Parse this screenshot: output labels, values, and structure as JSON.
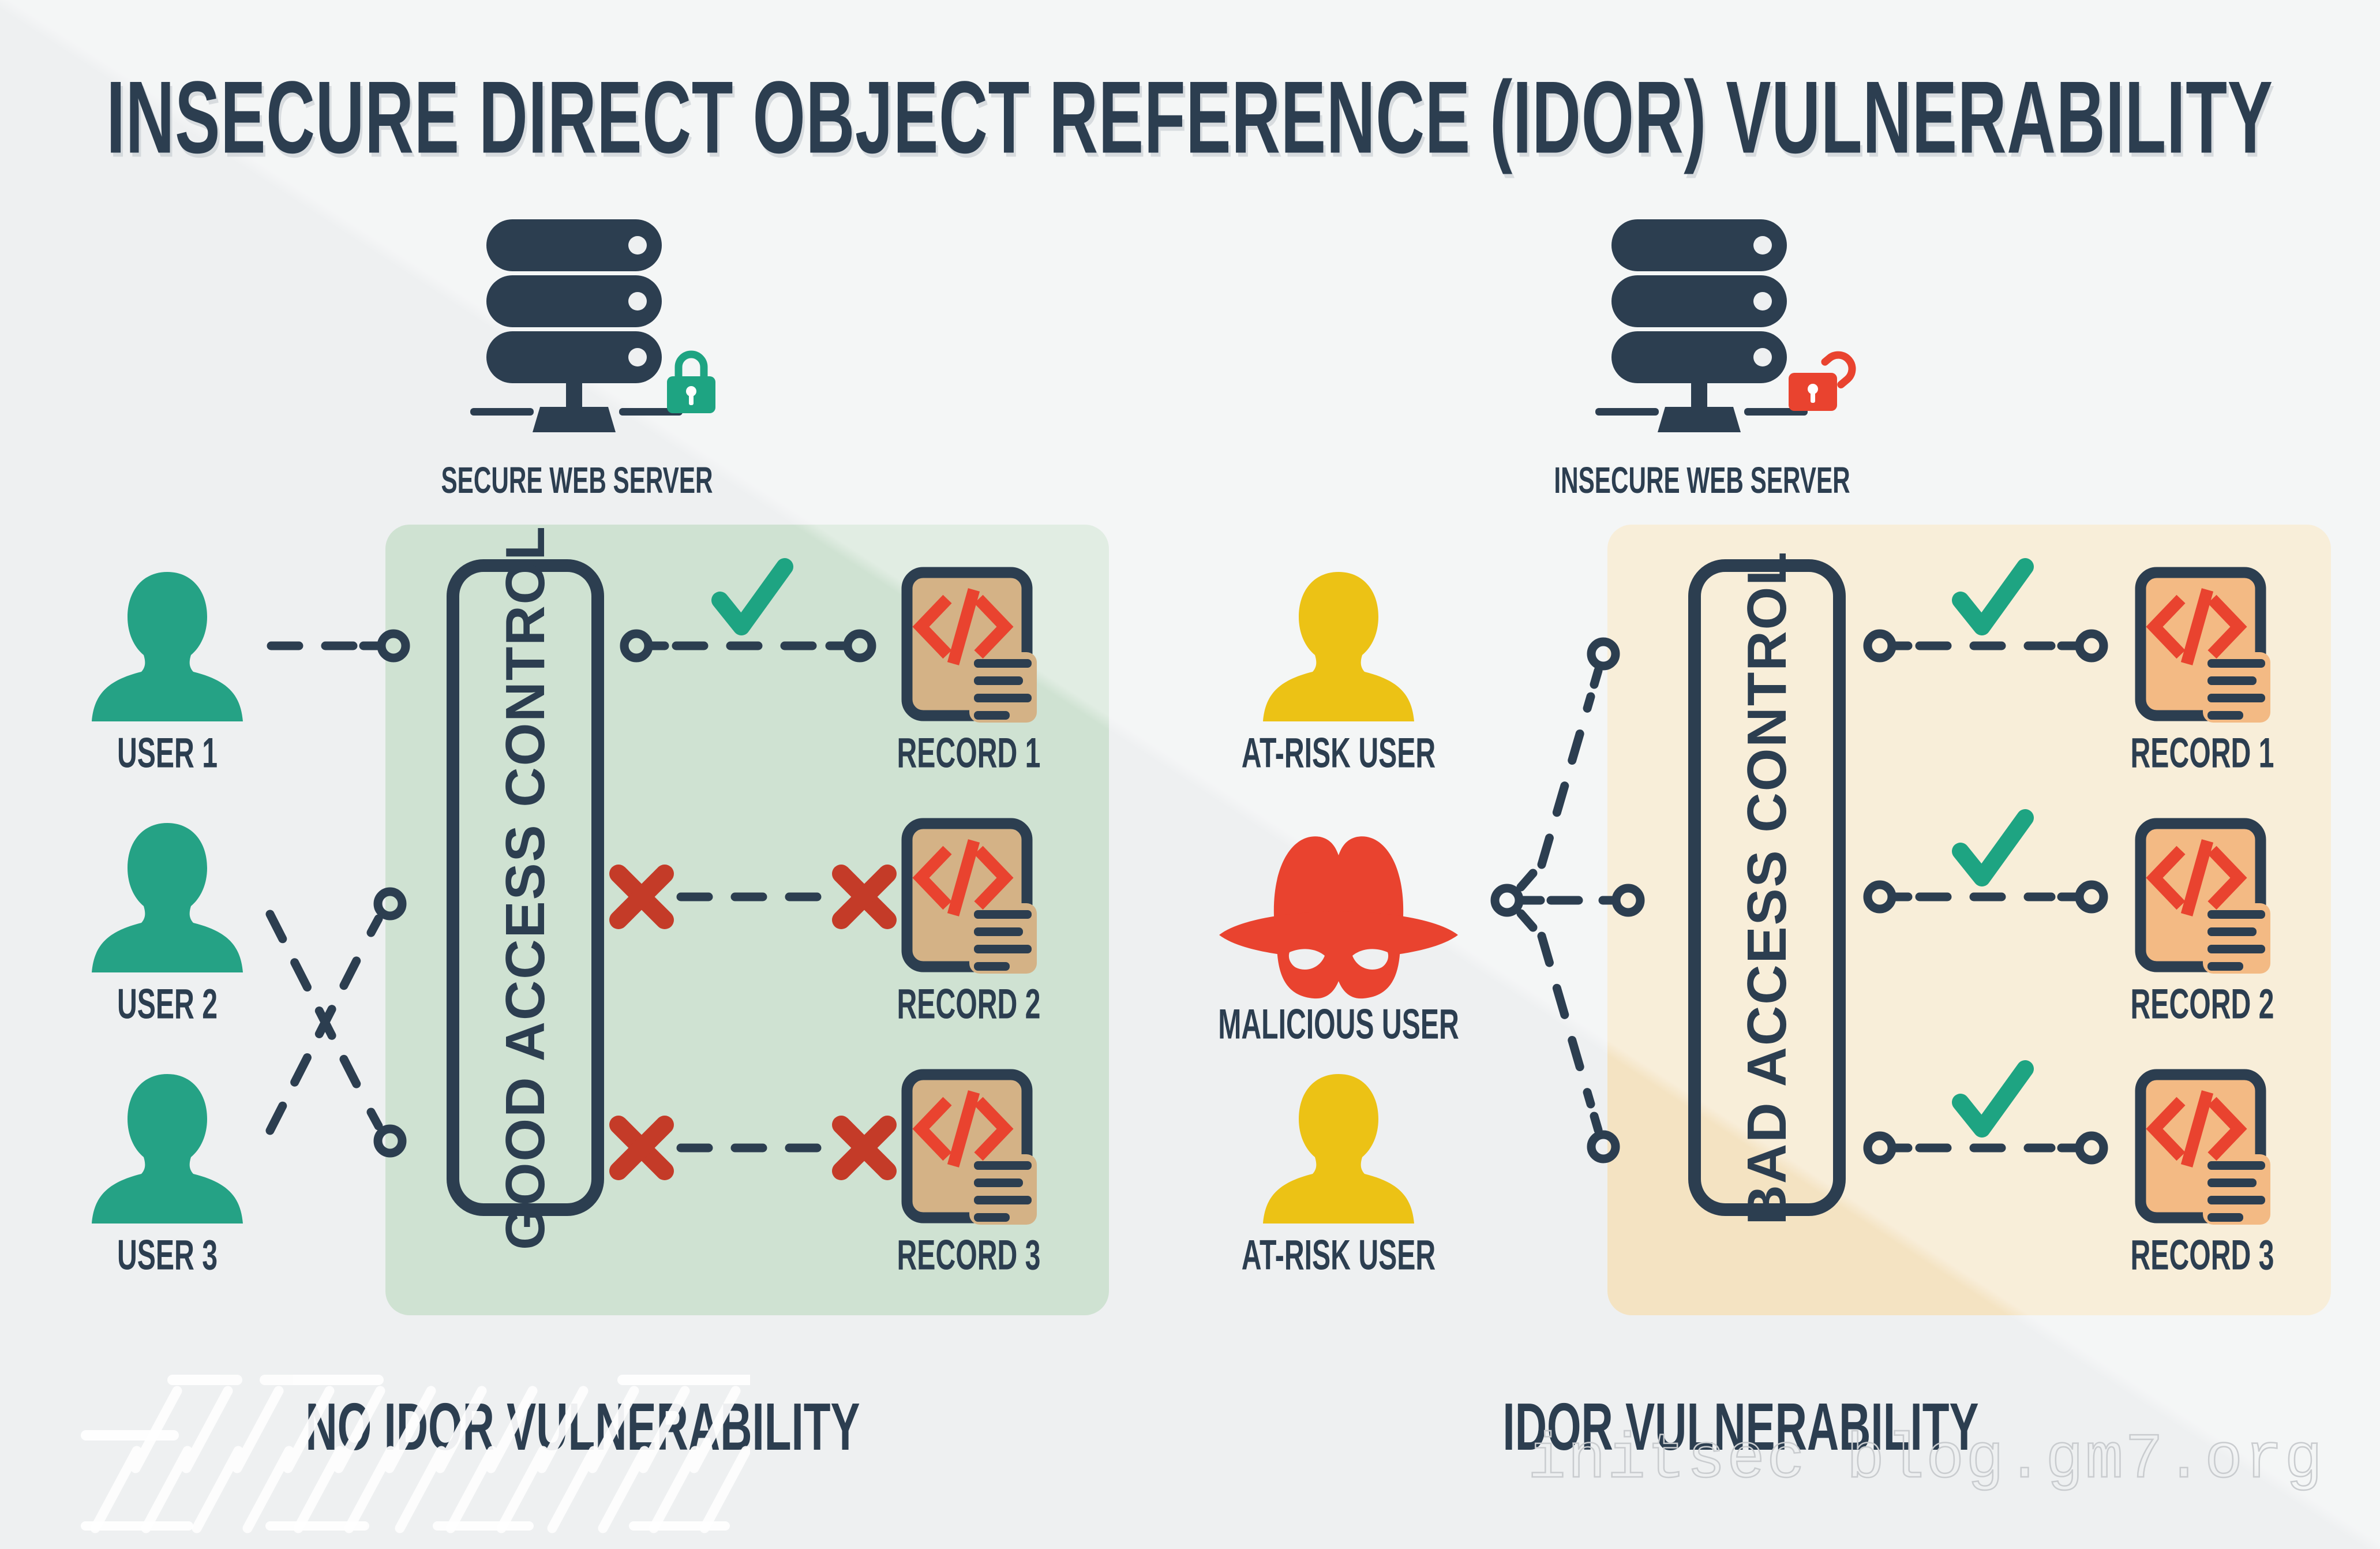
{
  "title": "INSECURE DIRECT OBJECT REFERENCE (IDOR) VULNERABILITY",
  "left": {
    "server_label": "SECURE WEB SERVER",
    "access_box": "GOOD ACCESS CONTROL",
    "caption": "NO IDOR VULNERABILITY",
    "users": [
      {
        "label": "USER 1"
      },
      {
        "label": "USER 2"
      },
      {
        "label": "USER 3"
      }
    ],
    "records": [
      {
        "label": "RECORD 1",
        "outcome": "allowed"
      },
      {
        "label": "RECORD 2",
        "outcome": "denied"
      },
      {
        "label": "RECORD 3",
        "outcome": "denied"
      }
    ]
  },
  "right": {
    "server_label": "INSECURE WEB SERVER",
    "access_box": "BAD ACCESS CONTROL",
    "caption": "IDOR VULNERABILITY",
    "users": [
      {
        "label": "AT-RISK USER"
      },
      {
        "label": "MALICIOUS USER"
      },
      {
        "label": "AT-RISK USER"
      }
    ],
    "records": [
      {
        "label": "RECORD 1",
        "outcome": "allowed"
      },
      {
        "label": "RECORD 2",
        "outcome": "allowed"
      },
      {
        "label": "RECORD 3",
        "outcome": "allowed"
      }
    ]
  },
  "watermark": "initsec blog.gm7.org",
  "icons": {
    "server": "server-stack-icon",
    "closed_lock": "lock-closed-icon",
    "open_lock": "lock-open-icon",
    "user": "user-silhouette-icon",
    "spy": "spy-hat-mask-icon",
    "record": "code-document-icon",
    "allowed": "check-icon",
    "denied": "x-icon"
  },
  "colors": {
    "background": "#eef0f1",
    "navy": "#2c3e50",
    "green": "#1ea482",
    "user_green": "#25a285",
    "user_yellow": "#ecc215",
    "red": "#e9432f",
    "dark_red": "#c43b28",
    "panel_green": "#cfe2d2",
    "panel_tan": "#f4e3c2",
    "record_tan": "#d4b286",
    "record_peach": "#f3ba84"
  }
}
